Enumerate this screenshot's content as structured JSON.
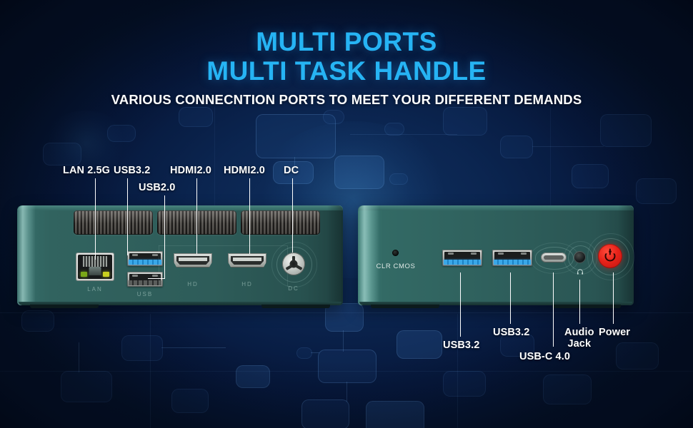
{
  "heading": {
    "line1": "MULTI  PORTS",
    "line2": "MULTI TASK HANDLE",
    "subtitle": "VARIOUS CONNECNTION PORTS TO MEET YOUR DIFFERENT DEMANDS",
    "title_color": "#26b4f4",
    "subtitle_color": "#ffffff"
  },
  "colors": {
    "background_deep": "#061635",
    "background_mid": "#0b2550",
    "chassis_teal": "#2e5c59",
    "chassis_highlight": "#a8d8d1",
    "usb3_blue": "#3aa8e8",
    "power_red": "#e8231a",
    "lan_led_green": "#7aa818",
    "lan_led_yellow": "#c8cf20",
    "callout_text": "#ffffff"
  },
  "rear_panel": {
    "name": "rear-io-panel",
    "callouts": [
      {
        "id": "lan",
        "label": "LAN 2.5G"
      },
      {
        "id": "usb32",
        "label": "USB3.2"
      },
      {
        "id": "usb20",
        "label": "USB2.0"
      },
      {
        "id": "hdmi1",
        "label": "HDMI2.0"
      },
      {
        "id": "hdmi2",
        "label": "HDMI2.0"
      },
      {
        "id": "dc",
        "label": "DC"
      }
    ],
    "silkscreen": [
      {
        "id": "lan",
        "label": "LAN"
      },
      {
        "id": "usb",
        "label": "USB"
      },
      {
        "id": "hd1",
        "label": "HD"
      },
      {
        "id": "hd2",
        "label": "HD"
      },
      {
        "id": "dc",
        "label": "DC"
      }
    ],
    "vent_count": 3
  },
  "front_panel": {
    "name": "front-io-panel",
    "callouts": [
      {
        "id": "usb32a",
        "label": "USB3.2"
      },
      {
        "id": "usb32b",
        "label": "USB3.2"
      },
      {
        "id": "usbc",
        "label": "USB-C 4.0"
      },
      {
        "id": "audio",
        "label": "Audio\nJack",
        "line1": "Audio",
        "line2": "Jack"
      },
      {
        "id": "power",
        "label": "Power"
      }
    ],
    "silkscreen": [
      {
        "id": "cmos",
        "label": "CLR CMOS"
      }
    ]
  }
}
